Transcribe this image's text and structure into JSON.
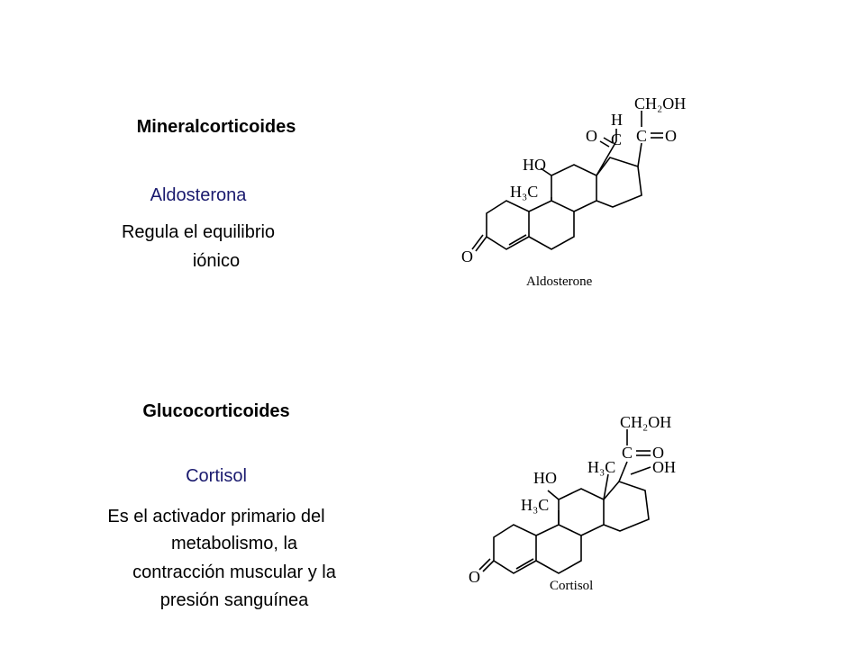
{
  "colors": {
    "hormone": "#1a1a6e",
    "text": "#000000"
  },
  "mineral": {
    "heading": "Mineralcorticoides",
    "hormone": "Aldosterona",
    "description": [
      "Regula el equilibrio",
      "iónico"
    ],
    "structure": {
      "caption": "Aldosterone",
      "labels": {
        "ch2oh": "CH₂OH",
        "h": "H",
        "o_ald": "O",
        "c_ald": "C",
        "c_keto": "C",
        "o_keto": "O",
        "ho": "HO",
        "h3c": "H₃C",
        "o_ring": "O"
      }
    }
  },
  "gluco": {
    "heading": "Glucocorticoides",
    "hormone": "Cortisol",
    "description": [
      "Es el activador primario del",
      "metabolismo, la",
      "contracción muscular y  la",
      "presión sanguínea"
    ],
    "structure": {
      "caption": "Cortisol",
      "labels": {
        "ch2oh": "CH₂OH",
        "c_keto": "C",
        "o_keto": "O",
        "ho": "HO",
        "h3c_top": "H₃C",
        "oh": "OH",
        "h3c": "H₃C",
        "o_ring": "O"
      }
    }
  }
}
